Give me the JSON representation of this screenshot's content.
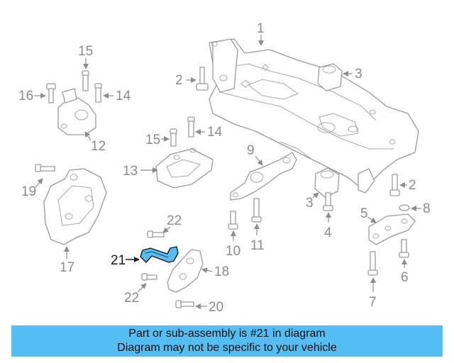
{
  "banner": {
    "line1": "Part or sub-assembly is #21 in diagram",
    "line2": "Diagram may not be specific to your vehicle"
  },
  "highlight_color": "#55bdf2",
  "callouts": {
    "c1": "1",
    "c2a": "2",
    "c2b": "2",
    "c3a": "3",
    "c3b": "3",
    "c4": "4",
    "c5": "5",
    "c6": "6",
    "c7": "7",
    "c8": "8",
    "c9": "9",
    "c10": "10",
    "c11": "11",
    "c12": "12",
    "c13": "13",
    "c14a": "14",
    "c14b": "14",
    "c15a": "15",
    "c15b": "15",
    "c16": "16",
    "c17": "17",
    "c18": "18",
    "c19": "19",
    "c20": "20",
    "c21": "21",
    "c22a": "22",
    "c22b": "22"
  }
}
